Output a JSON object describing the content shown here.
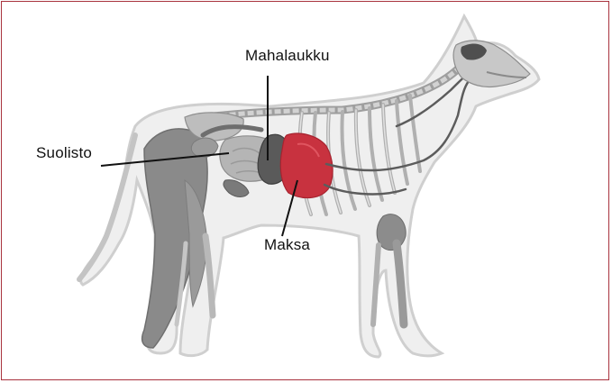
{
  "labels": {
    "stomach": "Mahalaukku",
    "intestines": "Suolisto",
    "liver": "Maksa"
  },
  "colors": {
    "frame_border": "#a8323d",
    "liver": "#c8323f",
    "stomach": "#555555",
    "bone": "#bdbdbd",
    "body_outline": "#d6d6d6",
    "dark_muscle": "#7a7a7a"
  }
}
